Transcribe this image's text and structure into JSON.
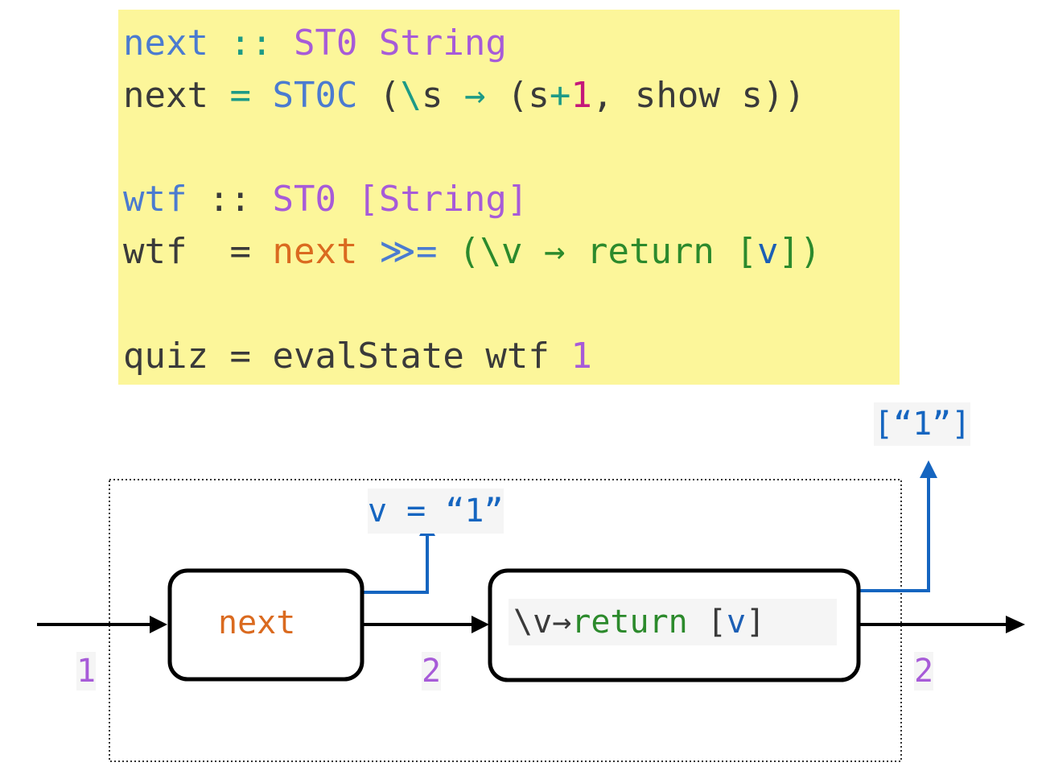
{
  "code": {
    "line1": {
      "name": "next",
      "op": "::",
      "type": "ST0 String"
    },
    "line2": {
      "name": "next",
      "eq": "=",
      "ctor": "ST0C",
      "open": "(",
      "lambda": "\\",
      "var": "s",
      "arrow": "→",
      "tuple_open": "(s",
      "plus": "+",
      "one": "1",
      "rest": ", show s))"
    },
    "line3": {
      "name": "wtf",
      "op": "::",
      "type": "ST0 [String]"
    },
    "line4": {
      "name": "wtf",
      "eq": "=",
      "fn": "next",
      "bind": "≫=",
      "lambda_open": "(\\v",
      "arrow": "→",
      "ret": "return",
      "list_open": "[",
      "var": "v",
      "list_close": "])"
    },
    "line5": {
      "name": "quiz",
      "eq": "=",
      "call": "evalState wtf",
      "arg": "1"
    }
  },
  "diagram": {
    "next_box": "next",
    "lambda_box": {
      "lambda": "\\v",
      "arrow": "→",
      "ret": "return",
      "open": "[",
      "var": "v",
      "close": "]"
    },
    "v_label": "v = “1”",
    "result_label": "[“1”]",
    "state_in": "1",
    "state_mid": "2",
    "state_out": "2"
  },
  "colors": {
    "panel": "#fcf69a",
    "blue_arrow": "#1565c0",
    "state_number": "#a75bd8",
    "next_label": "#da6a1f",
    "return_label": "#2c8a2c"
  }
}
